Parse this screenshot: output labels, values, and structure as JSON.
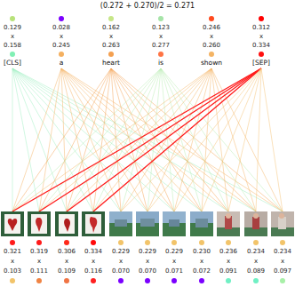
{
  "diagram": {
    "title": "(0.272 + 0.270)/2 = 0.271",
    "nodes": [
      {
        "text": [
          "0.129",
          "x",
          "0.158",
          "[CLS]"
        ]
      },
      {
        "text": [
          "0.028",
          "x",
          "0.245",
          "a"
        ]
      },
      {
        "text": [
          "0.162",
          "x",
          "0.263",
          "heart"
        ]
      },
      {
        "text": [
          "0.123",
          "x",
          "0.277",
          "is"
        ]
      },
      {
        "text": [
          "0.246",
          "x",
          "0.260",
          "shown"
        ]
      },
      {
        "text": [
          "0.312",
          "x",
          "0.334",
          "[SEP]"
        ]
      },
      {
        "text": [
          "0.321",
          "x",
          "0.103"
        ]
      },
      {
        "text": [
          "0.319",
          "x",
          "0.111"
        ]
      },
      {
        "text": [
          "0.306",
          "x",
          "0.109"
        ]
      },
      {
        "text": [
          "0.334",
          "x",
          "0.116"
        ]
      },
      {
        "text": [
          "0.229",
          "x",
          "0.070"
        ]
      },
      {
        "text": [
          "0.229",
          "x",
          "0.070"
        ]
      },
      {
        "text": [
          "0.229",
          "x",
          "0.071"
        ]
      },
      {
        "text": [
          "0.230",
          "x",
          "0.072"
        ]
      },
      {
        "text": [
          "0.236",
          "x",
          "0.091"
        ]
      },
      {
        "text": [
          "0.234",
          "x",
          "0.089"
        ]
      },
      {
        "text": [
          "0.234",
          "x",
          "0.097"
        ]
      }
    ],
    "edges": [
      {
        "from": 0,
        "to": 6,
        "arrow": "none"
      },
      {
        "from": 0,
        "to": 7,
        "arrow": "none"
      },
      {
        "from": 0,
        "to": 8,
        "arrow": "none"
      },
      {
        "from": 0,
        "to": 9,
        "arrow": "none"
      },
      {
        "from": 0,
        "to": 10,
        "arrow": "none"
      },
      {
        "from": 0,
        "to": 11,
        "arrow": "none"
      },
      {
        "from": 0,
        "to": 12,
        "arrow": "none"
      },
      {
        "from": 0,
        "to": 13,
        "arrow": "none"
      },
      {
        "from": 0,
        "to": 14,
        "arrow": "none"
      },
      {
        "from": 0,
        "to": 15,
        "arrow": "none"
      },
      {
        "from": 0,
        "to": 16,
        "arrow": "none"
      },
      {
        "from": 1,
        "to": 6,
        "arrow": "none"
      },
      {
        "from": 1,
        "to": 7,
        "arrow": "none"
      },
      {
        "from": 1,
        "to": 8,
        "arrow": "none"
      },
      {
        "from": 1,
        "to": 9,
        "arrow": "none"
      },
      {
        "from": 1,
        "to": 10,
        "arrow": "none"
      },
      {
        "from": 1,
        "to": 11,
        "arrow": "none"
      },
      {
        "from": 1,
        "to": 12,
        "arrow": "none"
      },
      {
        "from": 1,
        "to": 13,
        "arrow": "none"
      },
      {
        "from": 1,
        "to": 14,
        "arrow": "none"
      },
      {
        "from": 1,
        "to": 15,
        "arrow": "none"
      },
      {
        "from": 1,
        "to": 16,
        "arrow": "none"
      },
      {
        "from": 2,
        "to": 6,
        "arrow": "none"
      },
      {
        "from": 2,
        "to": 7,
        "arrow": "none"
      },
      {
        "from": 2,
        "to": 8,
        "arrow": "none"
      },
      {
        "from": 2,
        "to": 9,
        "arrow": "none"
      },
      {
        "from": 2,
        "to": 10,
        "arrow": "none"
      },
      {
        "from": 2,
        "to": 11,
        "arrow": "none"
      },
      {
        "from": 2,
        "to": 12,
        "arrow": "none"
      },
      {
        "from": 2,
        "to": 13,
        "arrow": "none"
      },
      {
        "from": 2,
        "to": 14,
        "arrow": "none"
      },
      {
        "from": 2,
        "to": 15,
        "arrow": "none"
      },
      {
        "from": 2,
        "to": 16,
        "arrow": "none"
      },
      {
        "from": 3,
        "to": 6,
        "arrow": "none"
      },
      {
        "from": 3,
        "to": 7,
        "arrow": "none"
      },
      {
        "from": 3,
        "to": 8,
        "arrow": "none"
      },
      {
        "from": 3,
        "to": 9,
        "arrow": "none"
      },
      {
        "from": 3,
        "to": 10,
        "arrow": "none"
      },
      {
        "from": 3,
        "to": 11,
        "arrow": "none"
      },
      {
        "from": 3,
        "to": 12,
        "arrow": "none"
      },
      {
        "from": 3,
        "to": 13,
        "arrow": "none"
      },
      {
        "from": 3,
        "to": 14,
        "arrow": "none"
      },
      {
        "from": 3,
        "to": 15,
        "arrow": "none"
      },
      {
        "from": 3,
        "to": 16,
        "arrow": "none"
      },
      {
        "from": 4,
        "to": 6,
        "arrow": "none"
      },
      {
        "from": 4,
        "to": 7,
        "arrow": "none"
      },
      {
        "from": 4,
        "to": 8,
        "arrow": "none"
      },
      {
        "from": 4,
        "to": 9,
        "arrow": "none"
      },
      {
        "from": 4,
        "to": 10,
        "arrow": "none"
      },
      {
        "from": 4,
        "to": 11,
        "arrow": "none"
      },
      {
        "from": 4,
        "to": 12,
        "arrow": "none"
      },
      {
        "from": 4,
        "to": 13,
        "arrow": "none"
      },
      {
        "from": 4,
        "to": 14,
        "arrow": "none"
      },
      {
        "from": 4,
        "to": 15,
        "arrow": "none"
      },
      {
        "from": 4,
        "to": 16,
        "arrow": "none"
      },
      {
        "from": 5,
        "to": 6,
        "arrow": "none"
      },
      {
        "from": 5,
        "to": 7,
        "arrow": "none"
      },
      {
        "from": 5,
        "to": 8,
        "arrow": "none"
      },
      {
        "from": 5,
        "to": 9,
        "arrow": "none"
      },
      {
        "from": 5,
        "to": 10,
        "arrow": "none"
      },
      {
        "from": 5,
        "to": 11,
        "arrow": "none"
      },
      {
        "from": 5,
        "to": 12,
        "arrow": "none"
      },
      {
        "from": 5,
        "to": 13,
        "arrow": "none"
      },
      {
        "from": 5,
        "to": 14,
        "arrow": "none"
      },
      {
        "from": 5,
        "to": 15,
        "arrow": "none"
      },
      {
        "from": 5,
        "to": 16,
        "arrow": "none"
      }
    ]
  }
}
